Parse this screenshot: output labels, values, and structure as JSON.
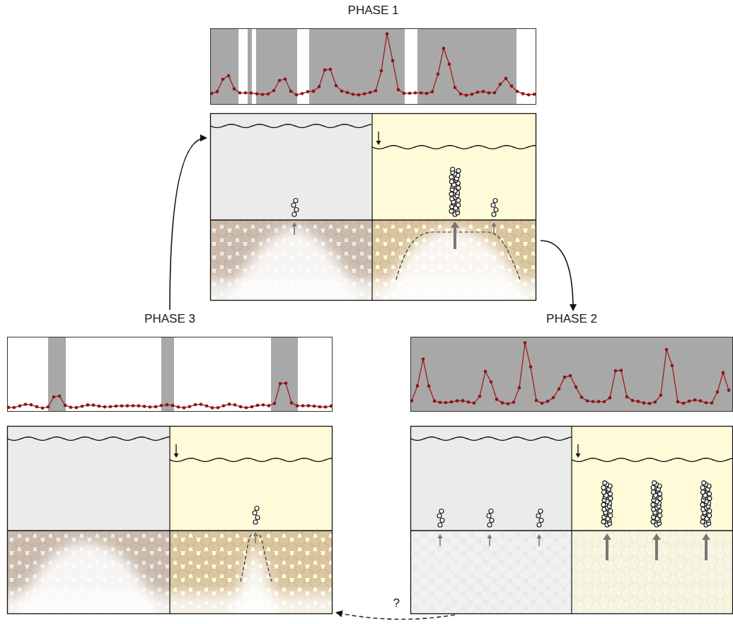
{
  "diagram": {
    "nodes": [
      {
        "text": [
          "PHASE 1"
        ]
      },
      {
        "text": [
          "PHASE 2"
        ]
      },
      {
        "text": [
          "PHASE 3"
        ]
      }
    ],
    "edges": [
      {
        "from": 0,
        "to": 1,
        "arrow": "to"
      },
      {
        "from": 1,
        "to": 2,
        "arrow": "to",
        "label": "?"
      },
      {
        "from": 2,
        "to": 0,
        "arrow": "to"
      }
    ]
  }
}
